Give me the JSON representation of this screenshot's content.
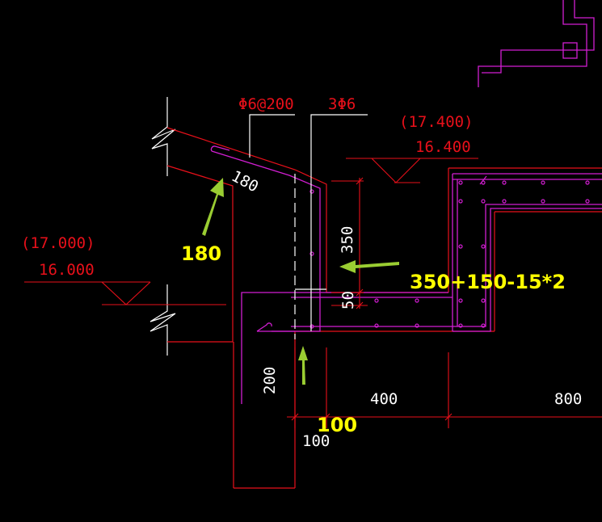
{
  "colors": {
    "background": "#000000",
    "red": "#e8101a",
    "magenta": "#d21ed2",
    "white": "#ffffff",
    "yellow": "#ffff00",
    "arrow": "#9acd32"
  },
  "labels": {
    "rebar_spacing": "Φ6@200",
    "rebar_count": "3Φ6",
    "elev_top_paren": "(17.400)",
    "elev_top": "16.400",
    "elev_left_paren": "(17.000)",
    "elev_left": "16.000",
    "dim_180": "180",
    "dim_350": "350",
    "dim_50": "50",
    "dim_200": "200",
    "dim_400": "400",
    "dim_800": "800",
    "dim_100": "100"
  },
  "annotations": {
    "note_180": "180",
    "note_formula": "350+150-15*2",
    "note_100": "100"
  }
}
